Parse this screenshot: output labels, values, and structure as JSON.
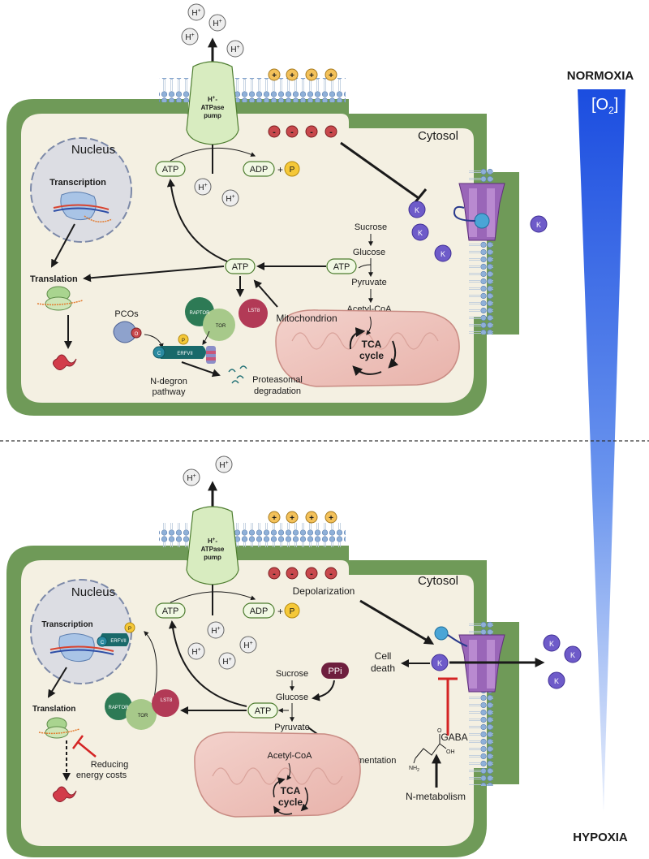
{
  "labels": {
    "normoxia": "NORMOXIA",
    "o2": "[O",
    "o2_sub": "2",
    "o2_close": "]",
    "hypoxia": "HYPOXIA",
    "h_ion": "H",
    "plus_sign": "+",
    "minus_sign": "-",
    "k_ion": "K",
    "pump_line1": "H",
    "pump_sup": "+",
    "pump_line2": "-",
    "pump_line3": "ATPase",
    "pump_line4": "pump",
    "atp": "ATP",
    "adp": "ADP",
    "plus_join": "+",
    "p": "P",
    "cytosol": "Cytosol",
    "nucleus": "Nucleus",
    "transcription": "Transcription",
    "translation": "Translation",
    "sucrose": "Sucrose",
    "glucose": "Glucose",
    "pyruvate": "Pyruvate",
    "acetyl_coa": "Acetyl-CoA",
    "tca_1": "TCA",
    "tca_2": "cycle",
    "mitochondrion": "Mitochondrion",
    "raptor": "RAPTOR",
    "tor": "TOR",
    "lst8": "LST8",
    "pcos": "PCOs",
    "erfvii": "ERFVII",
    "c": "C",
    "o2_small": "O",
    "ndegron_1": "N-degron",
    "ndegron_2": "pathway",
    "proteasomal_1": "Proteasomal",
    "proteasomal_2": "degradation",
    "depolarization": "Depolarization",
    "cell_death_1": "Cell",
    "cell_death_2": "death",
    "ppi": "PPi",
    "fermentation": "Fermentation",
    "gaba": "GABA",
    "oh": "OH",
    "o": "O",
    "nh2": "NH",
    "nh2_sub": "2",
    "n_metabolism": "N-metabolism",
    "reducing_1": "Reducing",
    "reducing_2": "energy costs"
  },
  "colors": {
    "cell_wall": "#6f9a58",
    "cytosol": "#f4f0e2",
    "o2_gradient": "#1b4de0",
    "k_channel": "#9a66b8",
    "atp_pump": "#d8ecc0",
    "inhibition_red": "#d42424"
  },
  "icons": {
    "ribosome": "ribosome-icon",
    "protein": "folded-protein-icon",
    "rnap": "rna-polymerase-icon",
    "proteasome": "proteasome-icon"
  }
}
